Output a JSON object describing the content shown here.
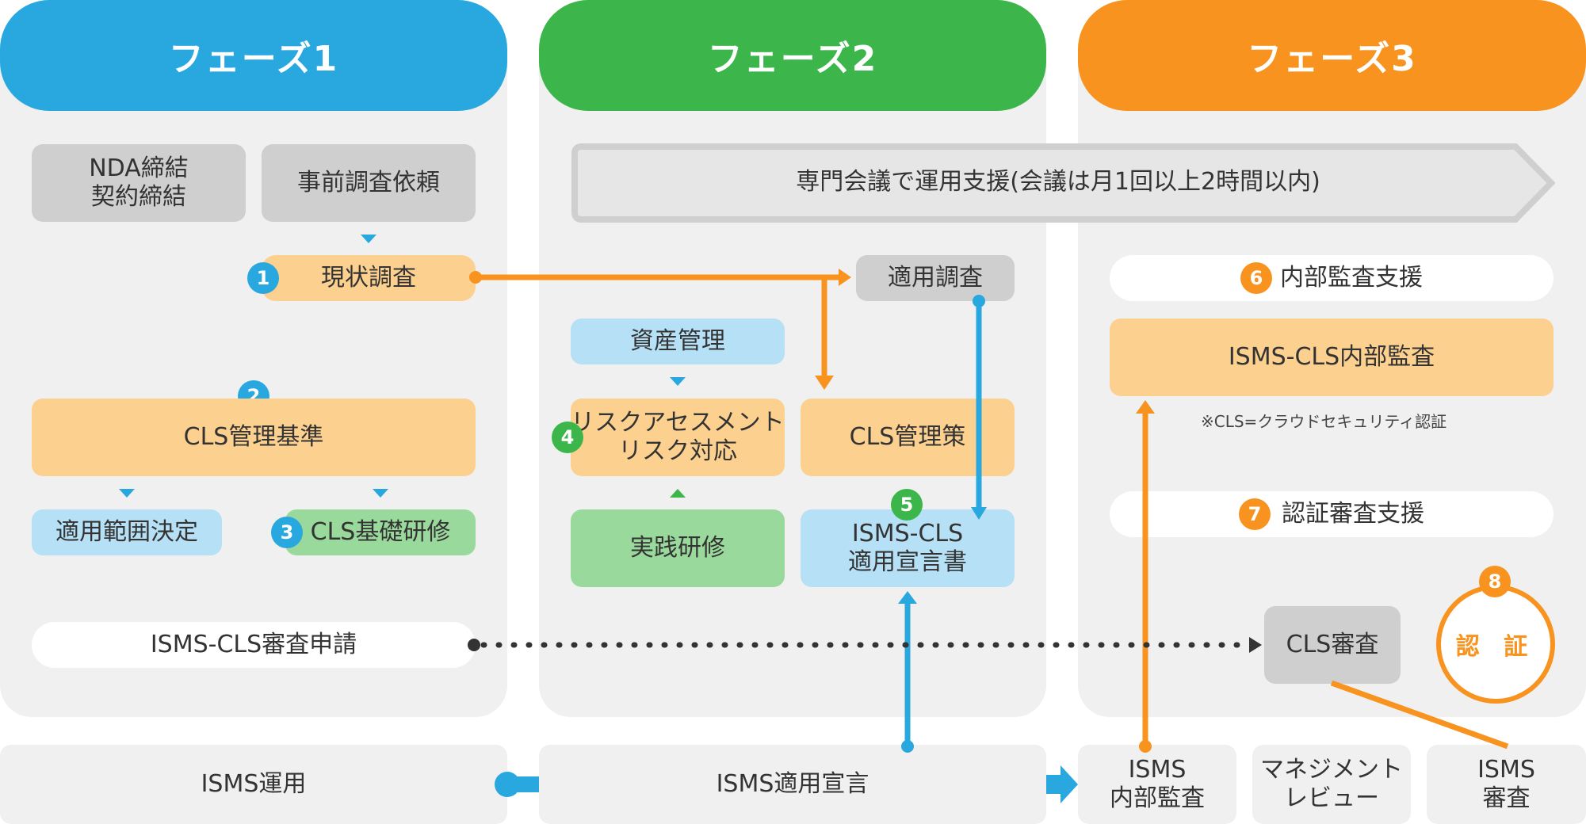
{
  "phases": {
    "p1": "フェーズ1",
    "p2": "フェーズ2",
    "p3": "フェーズ3"
  },
  "boxes": {
    "nda_line1": "NDA締結",
    "nda_line2": "契約締結",
    "pre_survey": "事前調査依頼",
    "current_survey": "現状調査",
    "cls_standard": "CLS管理基準",
    "scope_decision": "適用範囲決定",
    "cls_basic_training": "CLS基礎研修",
    "isms_cls_application": "ISMS-CLS審査申請",
    "expert_meeting": "専門会議で運用支援(会議は月1回以上2時間以内)",
    "applicability_survey": "適用調査",
    "asset_management": "資産管理",
    "risk_line1": "リスクアセスメント",
    "risk_line2": "リスク対応",
    "cls_controls": "CLS管理策",
    "practical_training": "実践研修",
    "soa_line1": "ISMS-CLS",
    "soa_line2": "適用宣言書",
    "internal_audit_support": "内部監査支援",
    "isms_cls_internal_audit": "ISMS-CLS内部監査",
    "note": "※CLS=クラウドセキュリティ認証",
    "cert_audit_support": "認証審査支援",
    "cls_audit": "CLS審査",
    "certification": "認 証"
  },
  "badges": [
    "1",
    "2",
    "3",
    "4",
    "5",
    "6",
    "7",
    "8"
  ],
  "bottom": {
    "isms_operation": "ISMS運用",
    "isms_soa": "ISMS適用宣言",
    "isms_internal_line1": "ISMS",
    "isms_internal_line2": "内部監査",
    "mgmt_review_line1": "マネジメント",
    "mgmt_review_line2": "レビュー",
    "isms_audit_line1": "ISMS",
    "isms_audit_line2": "審査"
  },
  "colors": {
    "phase1": "#29a8e0",
    "phase2": "#3cb54a",
    "phase3": "#f7931e"
  }
}
